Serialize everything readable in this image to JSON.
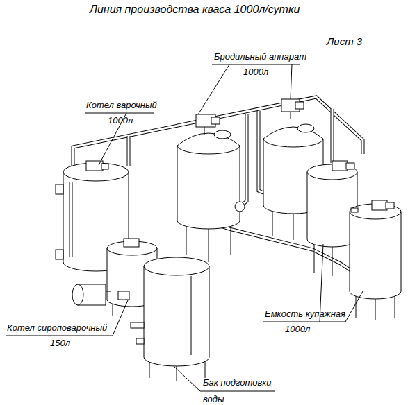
{
  "diagram": {
    "title": "Линия производства кваса 1000л/сутки",
    "labels": [
      "Лист 3",
      "Бродильный аппарат",
      "1000л",
      "Котел варочный",
      "1000л",
      "Емкость купажная",
      "1000л",
      "Котел сироповарочный",
      "150л",
      "Бак подготовки воды"
    ]
  }
}
